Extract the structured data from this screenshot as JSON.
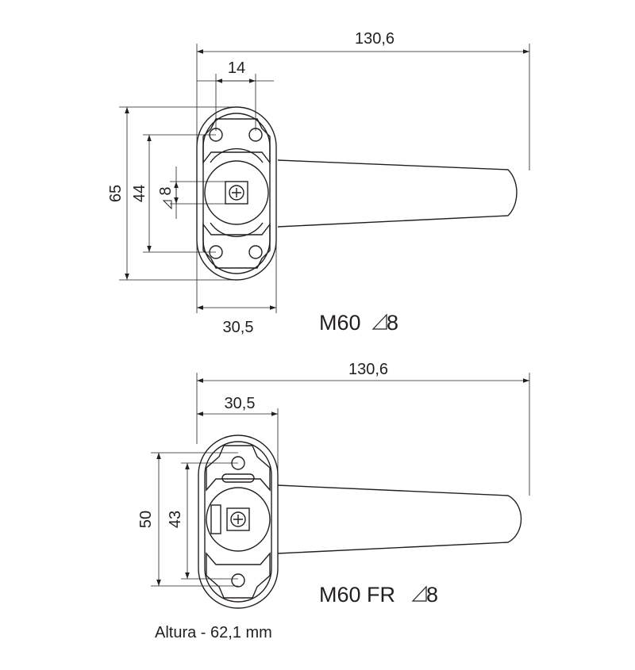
{
  "views": [
    {
      "id": "m60",
      "model_label": "M60",
      "square_label": "8",
      "dims": {
        "overall_length": "130,6",
        "top_width": "14",
        "base_width": "30,5",
        "height_outer": "65",
        "height_inner": "44",
        "square_size": "8"
      }
    },
    {
      "id": "m60fr",
      "model_label": "M60 FR",
      "square_label": "8",
      "dims": {
        "overall_length": "130,6",
        "base_width": "30,5",
        "height_outer": "50",
        "height_inner": "43"
      }
    }
  ],
  "note": "Altura - 62,1 mm"
}
